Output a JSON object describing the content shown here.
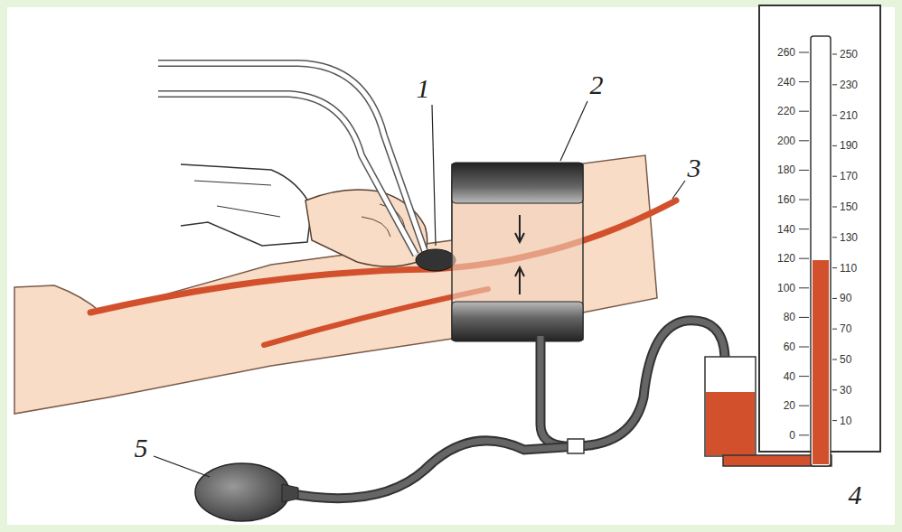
{
  "diagram": {
    "labels": [
      "1",
      "2",
      "3",
      "4",
      "5",
      "260",
      "240",
      "220",
      "200",
      "180",
      "160",
      "140",
      "120",
      "100",
      "80",
      "60",
      "40",
      "20",
      "0",
      "250",
      "230",
      "210",
      "190",
      "170",
      "150",
      "130",
      "110",
      "90",
      "70",
      "50",
      "30",
      "10"
    ]
  }
}
